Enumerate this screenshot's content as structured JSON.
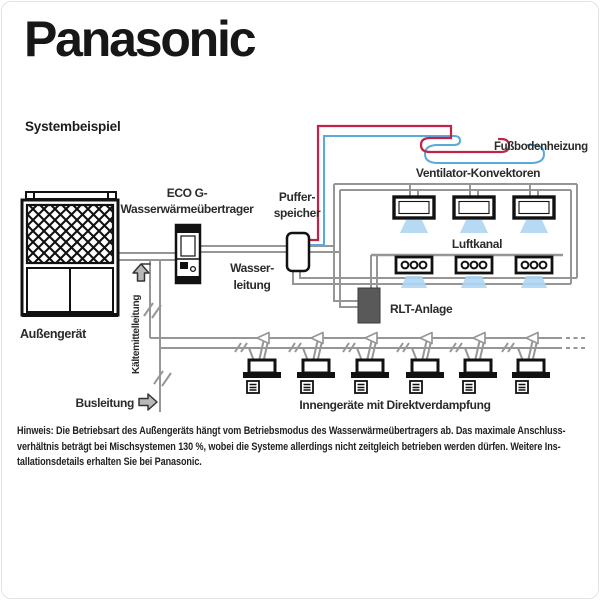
{
  "logo": "Panasonic",
  "title": "Systembeispiel",
  "labels": {
    "outdoor_unit": "Außengerät",
    "heat_exchanger_line1": "ECO G-",
    "heat_exchanger_line2": "Wasserwärmeübertrager",
    "buffer_tank_line1": "Puffer-",
    "buffer_tank_line2": "speicher",
    "water_line_line1": "Wasser-",
    "water_line_line2": "leitung",
    "refrigerant_line": "Kältemittelleitung",
    "bus_line": "Busleitung",
    "floor_heating": "Fußbodenheizung",
    "fan_convectors": "Ventilator-Konvektoren",
    "air_duct": "Luftkanal",
    "ahu": "RLT-Anlage",
    "indoor_units": "Innengeräte mit Direktverdampfung"
  },
  "note": {
    "line1": "Hinweis: Die Betriebsart des Außengeräts hängt vom Betriebsmodus des Wasserwärmeübertragers ab. Das maximale Anschluss-",
    "line2": "verhältnis beträgt bei Mischsystemen 130 %, wobei die Systeme allerdings nicht zeitgleich betrieben werden dürfen. Weitere Ins-",
    "line3": "tallationsdetails erhalten Sie bei Panasonic."
  },
  "colors": {
    "red": "#bf2347",
    "blue": "#58aadc",
    "gray": "#969696",
    "air": "#aed6f2",
    "ahu": "#595959"
  }
}
